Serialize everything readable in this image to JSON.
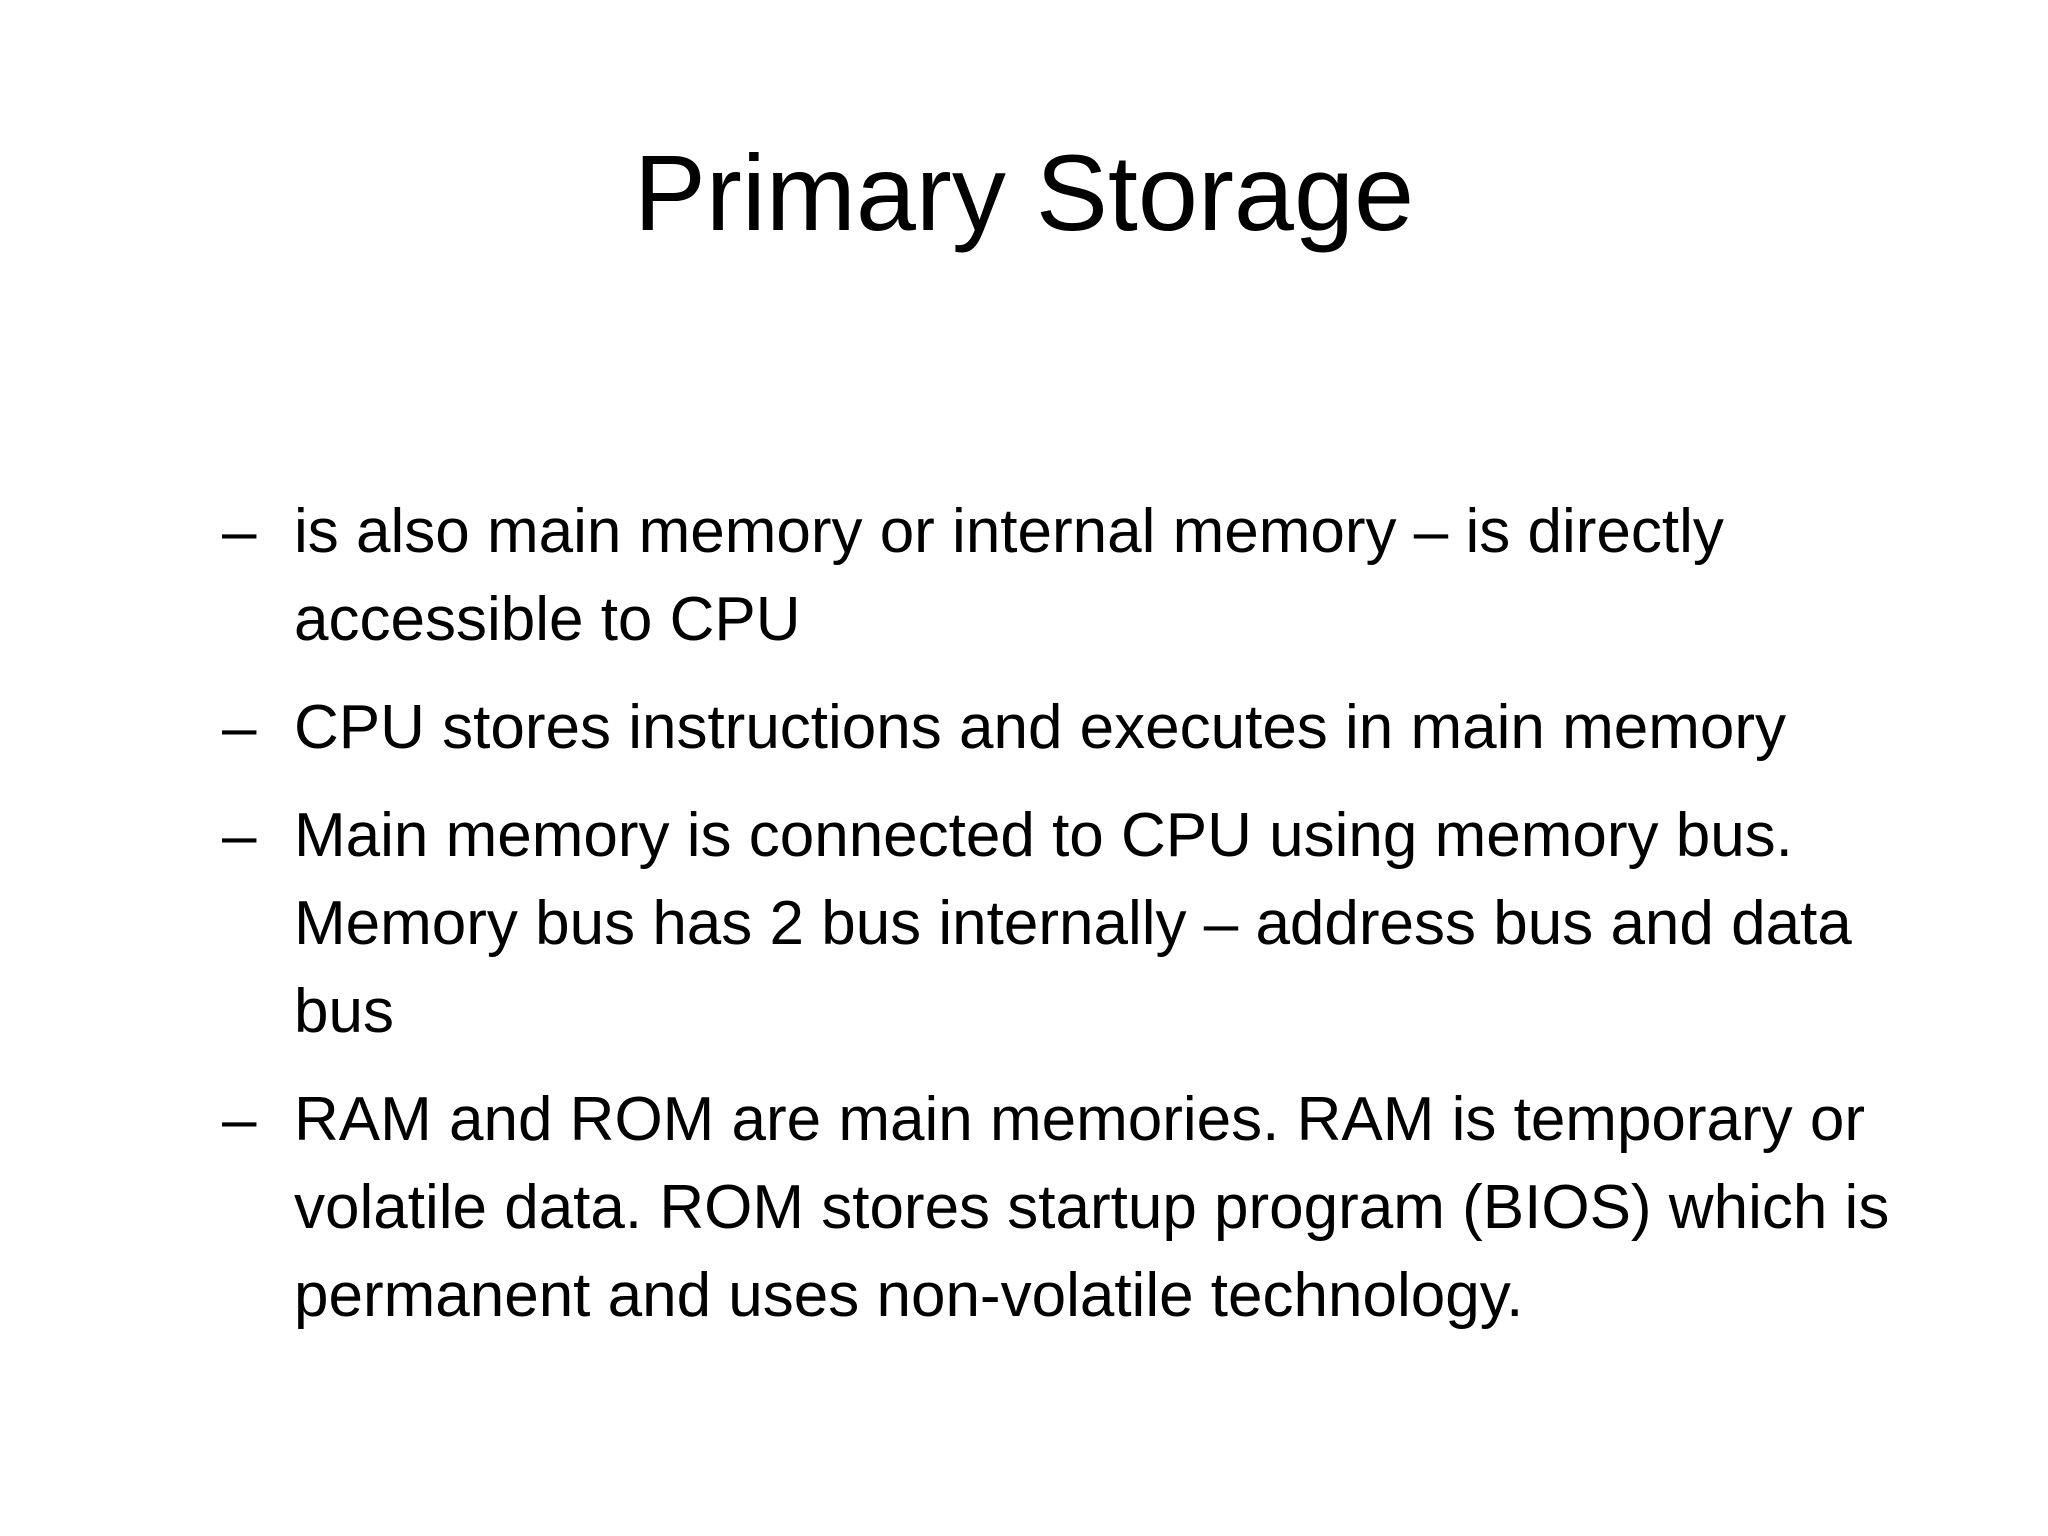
{
  "slide": {
    "title": "Primary Storage",
    "bullet_marker": "–",
    "bullets": [
      {
        "text": "is also main memory or internal memory – is directly accessible to CPU"
      },
      {
        "text": "CPU stores instructions and executes in main memory"
      },
      {
        "text": "Main memory is connected to CPU using memory bus. Memory bus has 2 bus internally – address bus and data bus"
      },
      {
        "text": "RAM and ROM are main memories. RAM is temporary or volatile data.  ROM stores startup program (BIOS) which is permanent and uses non-volatile technology."
      }
    ]
  }
}
